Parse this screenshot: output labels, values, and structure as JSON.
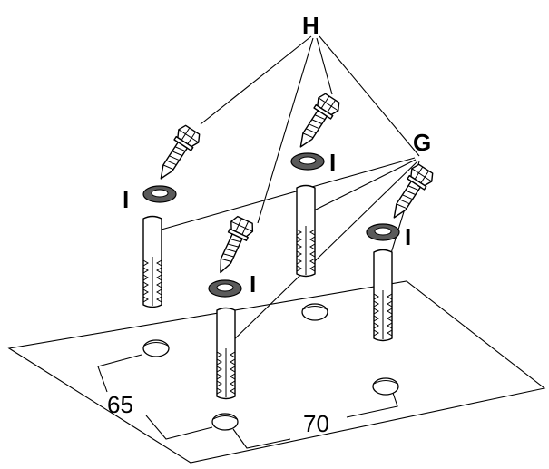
{
  "labels": {
    "screw": "H",
    "plug": "G",
    "washer": "I",
    "dim_left": "65",
    "dim_bottom": "70"
  }
}
